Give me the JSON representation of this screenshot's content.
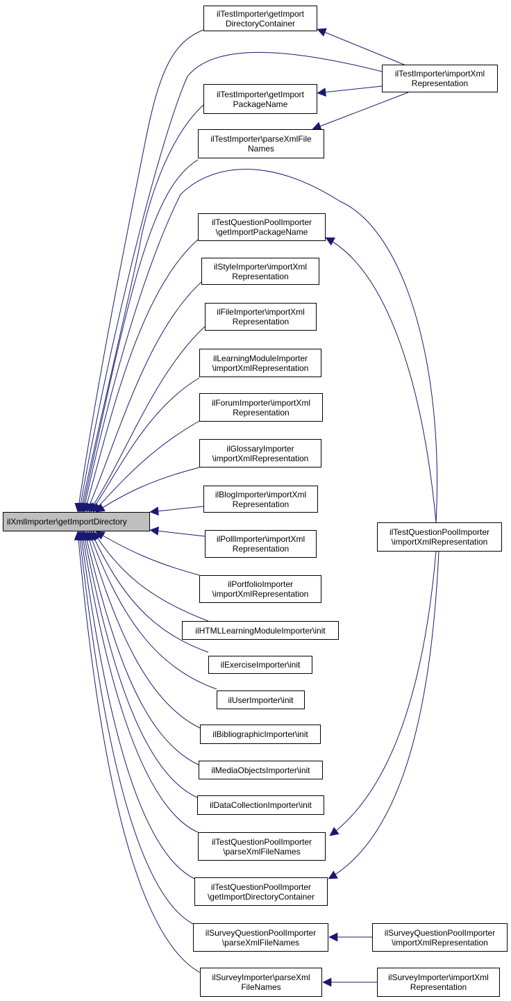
{
  "colors": {
    "edge": "#191970",
    "root_fill": "#bfbfbf",
    "node_fill": "#ffffff",
    "node_border": "#000000"
  },
  "nodes": {
    "root": {
      "lines": [
        "ilXmlImporter\\getImportDirectory"
      ]
    },
    "t_getdir": {
      "lines": [
        "ilTestImporter\\getImport",
        "DirectoryContainer"
      ]
    },
    "t_import": {
      "lines": [
        "ilTestImporter\\importXml",
        "Representation"
      ]
    },
    "t_pkg": {
      "lines": [
        "ilTestImporter\\getImport",
        "PackageName"
      ]
    },
    "t_parse": {
      "lines": [
        "ilTestImporter\\parseXmlFile",
        "Names"
      ]
    },
    "tqp_pkg": {
      "lines": [
        "ilTestQuestionPoolImporter",
        "\\getImportPackageName"
      ]
    },
    "style": {
      "lines": [
        "ilStyleImporter\\importXml",
        "Representation"
      ]
    },
    "file": {
      "lines": [
        "ilFileImporter\\importXml",
        "Representation"
      ]
    },
    "lm": {
      "lines": [
        "ilLearningModuleImporter",
        "\\importXmlRepresentation"
      ]
    },
    "forum": {
      "lines": [
        "ilForumImporter\\importXml",
        "Representation"
      ]
    },
    "gloss": {
      "lines": [
        "ilGlossaryImporter",
        "\\importXmlRepresentation"
      ]
    },
    "blog": {
      "lines": [
        "ilBlogImporter\\importXml",
        "Representation"
      ]
    },
    "poll": {
      "lines": [
        "ilPollImporter\\importXml",
        "Representation"
      ]
    },
    "portfolio": {
      "lines": [
        "ilPortfolioImporter",
        "\\importXmlRepresentation"
      ]
    },
    "htlm": {
      "lines": [
        "ilHTMLLearningModuleImporter\\init"
      ]
    },
    "exercise": {
      "lines": [
        "ilExerciseImporter\\init"
      ]
    },
    "user": {
      "lines": [
        "ilUserImporter\\init"
      ]
    },
    "biblio": {
      "lines": [
        "ilBibliographicImporter\\init"
      ]
    },
    "mob": {
      "lines": [
        "ilMediaObjectsImporter\\init"
      ]
    },
    "dcl": {
      "lines": [
        "ilDataCollectionImporter\\init"
      ]
    },
    "tqp_parse": {
      "lines": [
        "ilTestQuestionPoolImporter",
        "\\parseXmlFileNames"
      ]
    },
    "tqp_getdir": {
      "lines": [
        "ilTestQuestionPoolImporter",
        "\\getImportDirectoryContainer"
      ]
    },
    "tqp_import": {
      "lines": [
        "ilTestQuestionPoolImporter",
        "\\importXmlRepresentation"
      ]
    },
    "sqp_parse": {
      "lines": [
        "ilSurveyQuestionPoolImporter",
        "\\parseXmlFileNames"
      ]
    },
    "sqp_import": {
      "lines": [
        "ilSurveyQuestionPoolImporter",
        "\\importXmlRepresentation"
      ]
    },
    "svy_parse": {
      "lines": [
        "ilSurveyImporter\\parseXml",
        "FileNames"
      ]
    },
    "svy_import": {
      "lines": [
        "ilSurveyImporter\\importXml",
        "Representation"
      ]
    }
  }
}
